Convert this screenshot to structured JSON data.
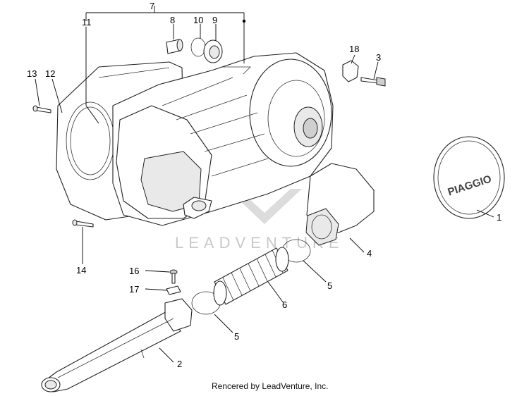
{
  "watermark": {
    "text": "LEADVENTURE"
  },
  "credit": {
    "text": "Rencered by LeadVenture, Inc."
  },
  "brand_logo": {
    "text": "PIAGGIO"
  },
  "callouts": {
    "c1": "1",
    "c2": "2",
    "c3": "3",
    "c4": "4",
    "c5a": "5",
    "c5b": "5",
    "c6": "6",
    "c7": "7",
    "c8": "8",
    "c9": "9",
    "c10": "10",
    "c11": "11",
    "c12": "12",
    "c13": "13",
    "c14": "14",
    "c16": "16",
    "c17": "17",
    "c18": "18"
  }
}
